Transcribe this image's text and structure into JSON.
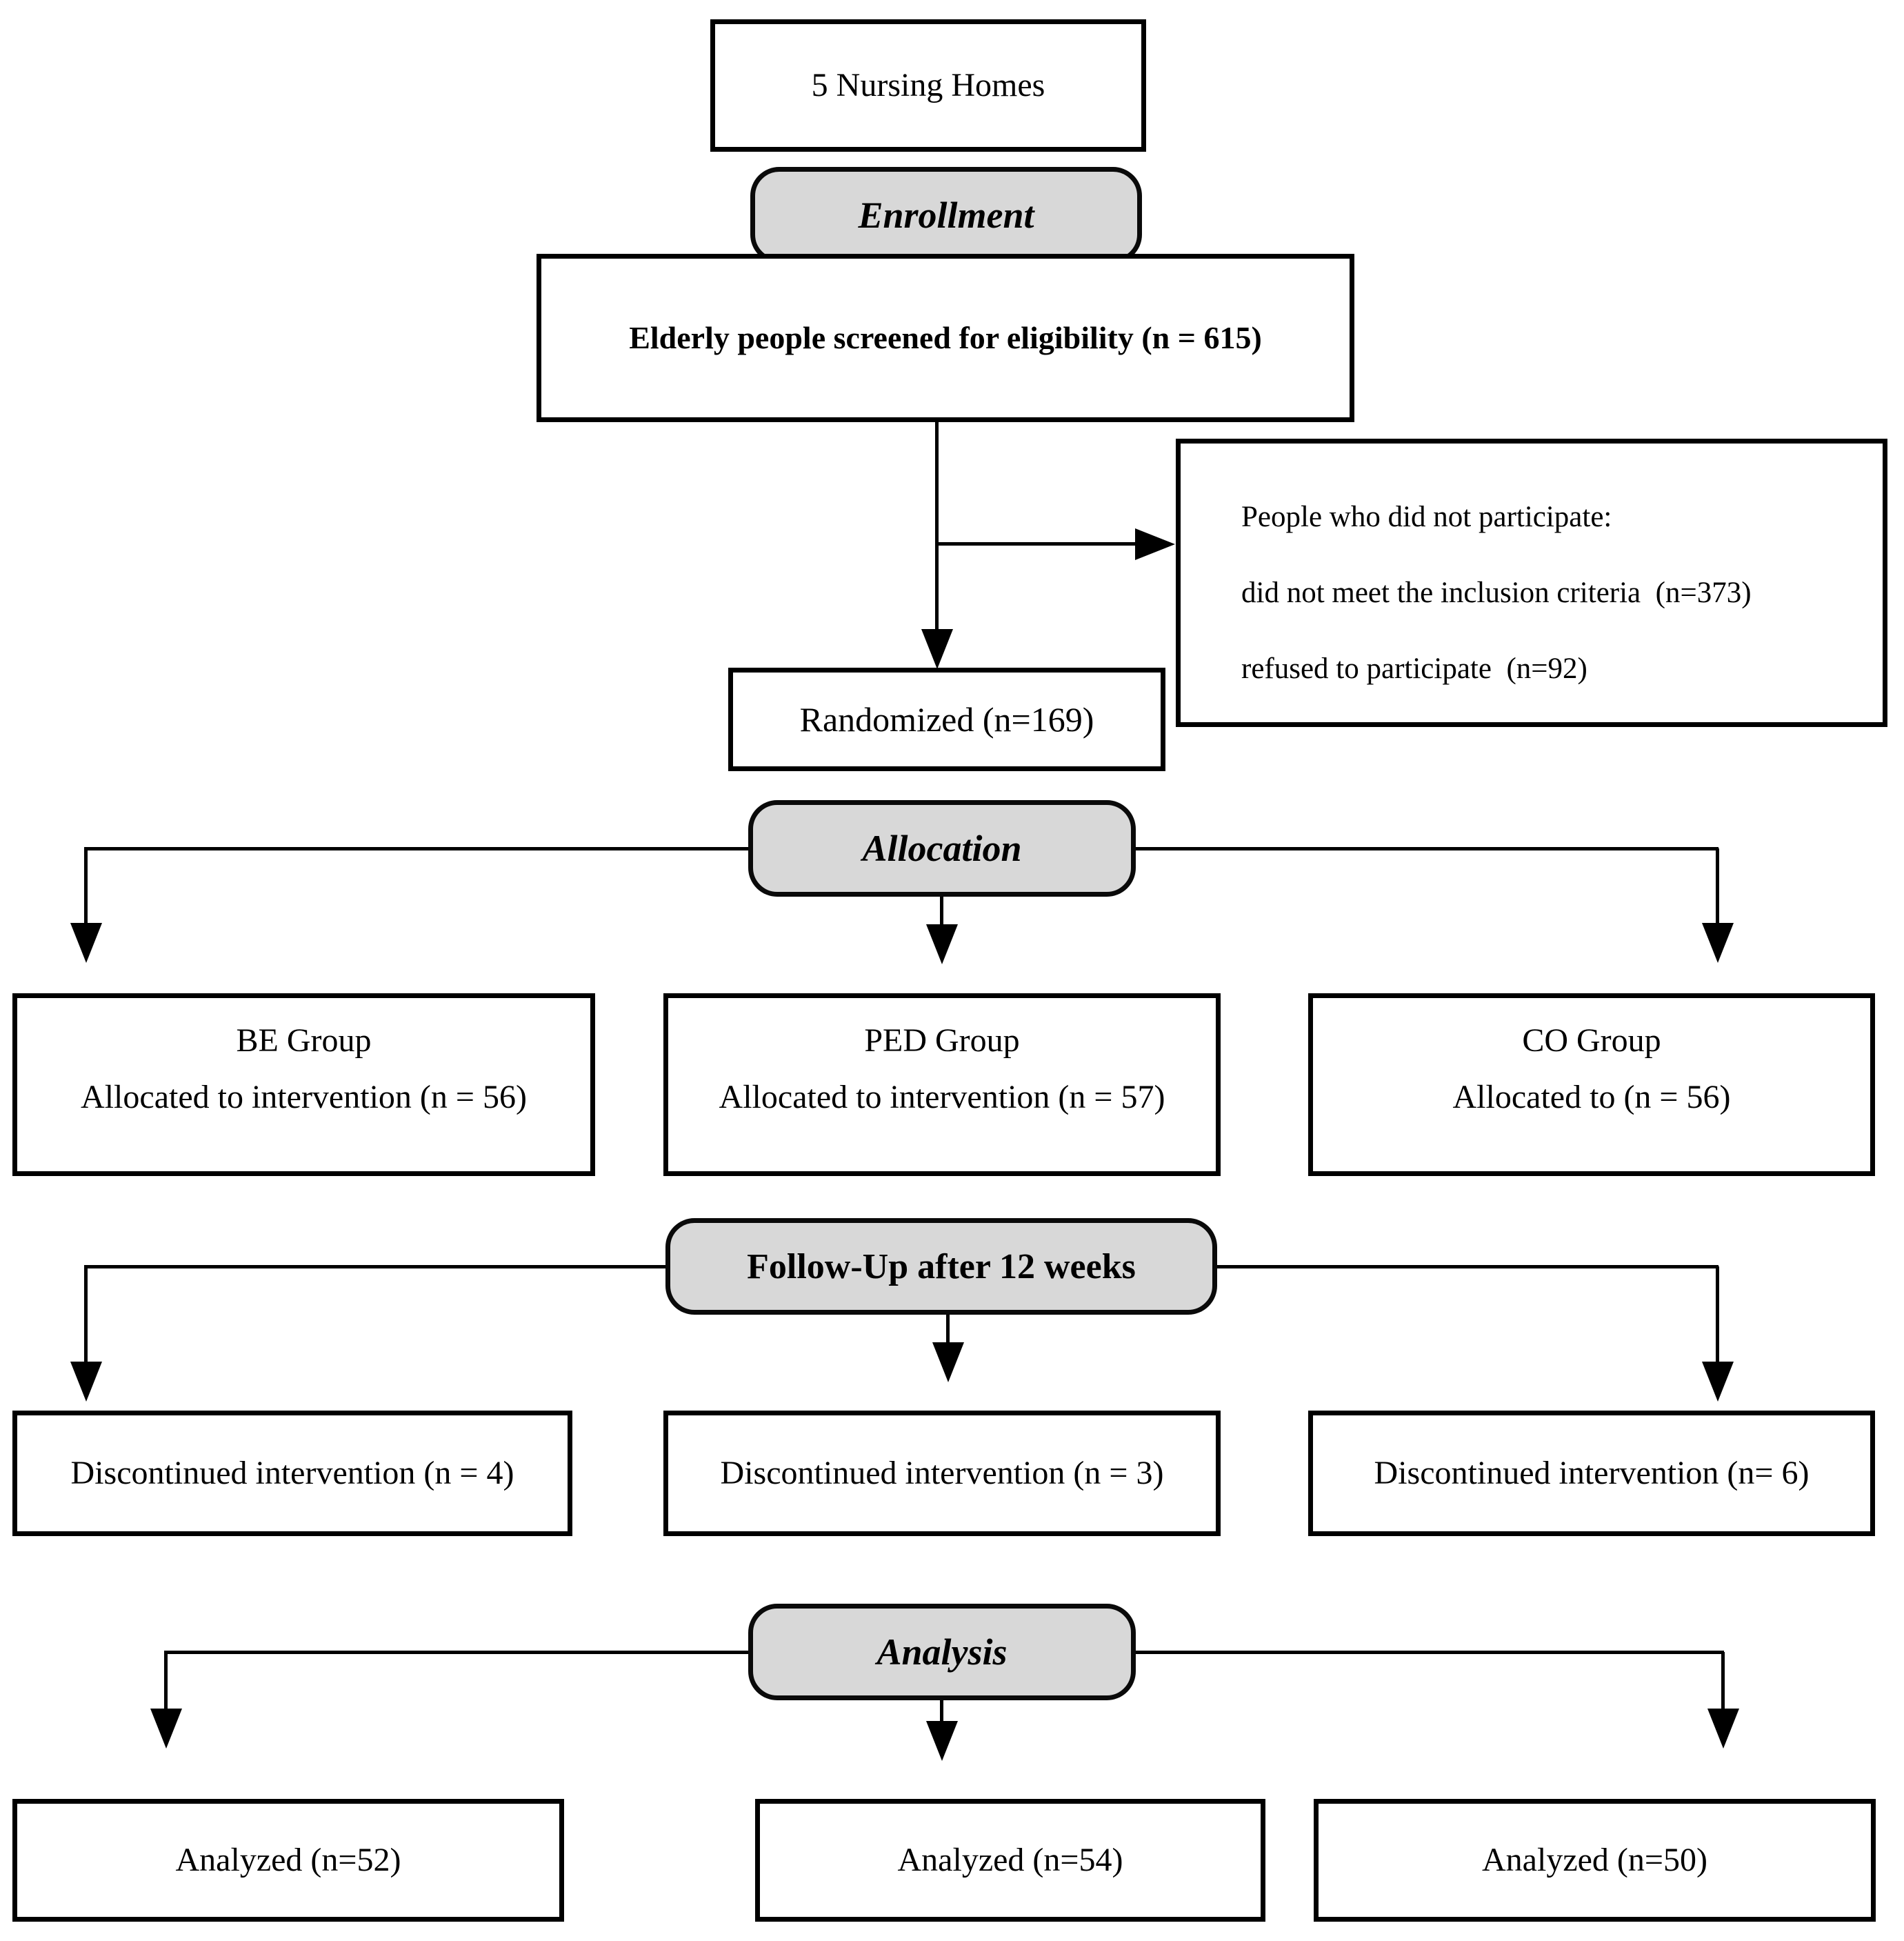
{
  "diagram": {
    "top_box": "5 Nursing Homes",
    "stages": {
      "enrollment": "Enrollment",
      "allocation": "Allocation",
      "followup": "Follow-Up after 12 weeks",
      "analysis": "Analysis"
    },
    "screened": "Elderly people screened for eligibility (n = 615)",
    "nonparticipants": {
      "title": "People who did not participate:",
      "reasons": [
        "did not meet the inclusion criteria  (n=373)",
        "refused to participate  (n=92)"
      ]
    },
    "randomized": "Randomized (n=169)",
    "groups": [
      {
        "name": "BE Group",
        "allocated": "Allocated to intervention (n = 56)",
        "discontinued": "Discontinued intervention (n = 4)",
        "analyzed": "Analyzed (n=52)"
      },
      {
        "name": "PED Group",
        "allocated": "Allocated to intervention (n = 57)",
        "discontinued": "Discontinued intervention (n = 3)",
        "analyzed": "Analyzed (n=54)"
      },
      {
        "name": "CO Group",
        "allocated": "Allocated to (n = 56)",
        "discontinued": "Discontinued intervention (n= 6)",
        "analyzed": "Analyzed (n=50)"
      }
    ],
    "colors": {
      "band_fill": "#d8d8d8",
      "border": "#000000"
    }
  }
}
